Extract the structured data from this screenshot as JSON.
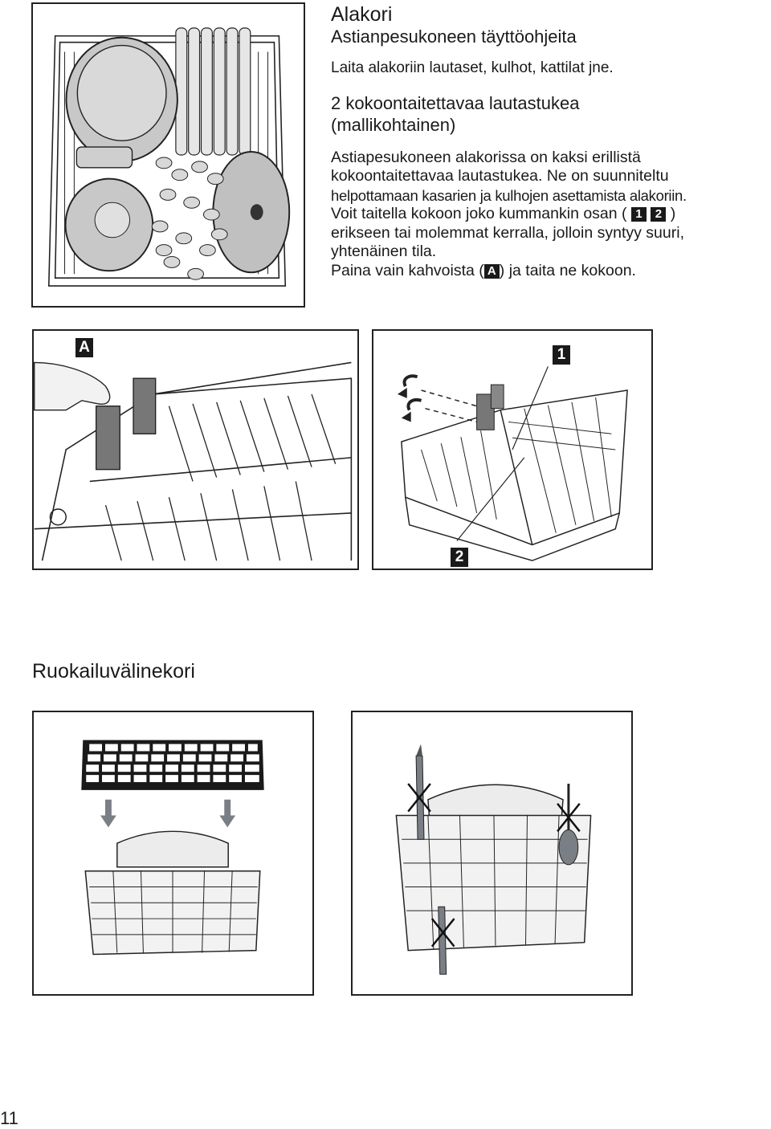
{
  "lower_basket": {
    "title": "Alakori",
    "subtitle": "Astianpesukoneen täyttöohjeita",
    "intro": "Laita alakoriin lautaset, kulhot, kattilat jne.",
    "section_title": "2 kokoontaitettavaa lautastukea (mallikohtainen)",
    "para_line1": "Astiapesukoneen alakorissa on kaksi erillistä",
    "para_line2": "kokoontaitettavaa lautastukea. Ne on suunniteltu",
    "para_line3": "helpottamaan kasarien ja kulhojen asettamista alakoriin.",
    "para_line4_a": "Voit taitella kokoon joko kummankin osan (",
    "badge_1": "1",
    "badge_2": "2",
    "para_line4_b": ")",
    "para_line5": "erikseen tai molemmat kerralla, jolloin syntyy suuri,",
    "para_line6": "yhtenäinen tila.",
    "para_line7_a": "Paina vain kahvoista (",
    "badge_a": "A",
    "para_line7_b": ") ja taita ne kokoon."
  },
  "figures": {
    "label_a": "A",
    "label_1": "1",
    "label_2": "2"
  },
  "cutlery": {
    "title": "Ruokailuvälinekori"
  },
  "page_number": "11",
  "colors": {
    "ink": "#1a1a1a",
    "fill_gray": "#c8c8c8",
    "arrow_gray": "#7a7f86"
  }
}
